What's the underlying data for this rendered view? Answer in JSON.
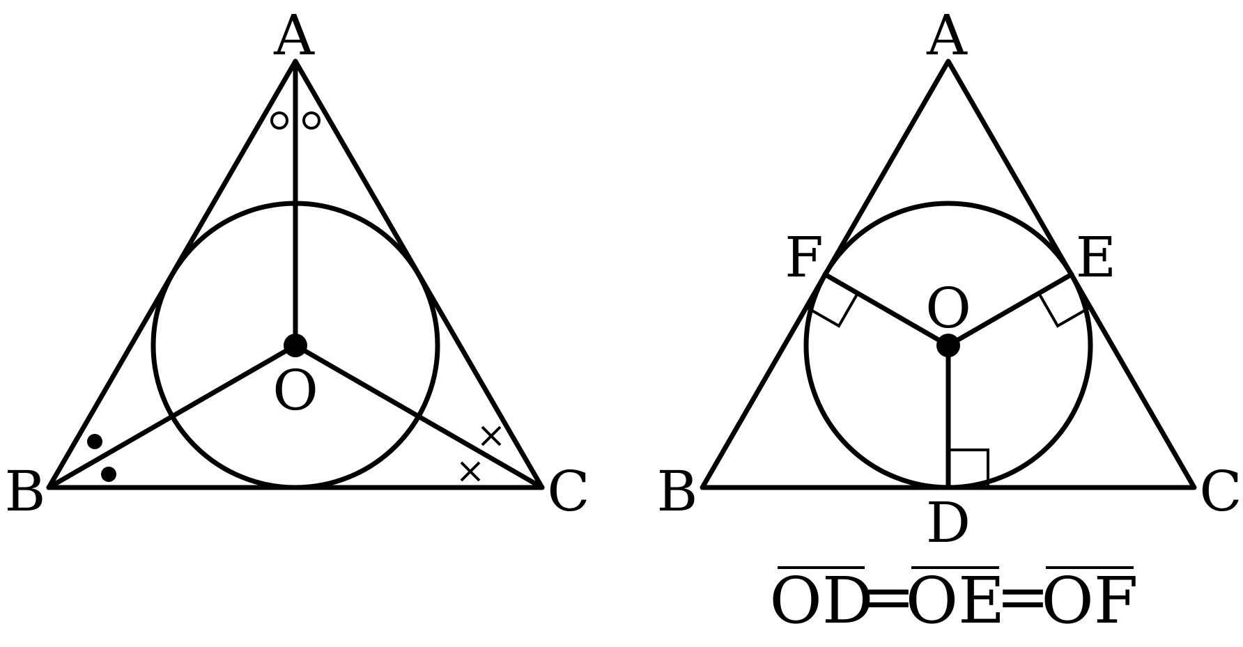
{
  "left_figure": {
    "labels": {
      "A": "A",
      "B": "B",
      "C": "C",
      "O": "O"
    },
    "angle_marks": {
      "A": "∘ ∘",
      "B": "• •",
      "C": "× ×"
    }
  },
  "right_figure": {
    "labels": {
      "A": "A",
      "B": "B",
      "C": "C",
      "D": "D",
      "E": "E",
      "F": "F",
      "O": "O"
    },
    "equation": {
      "seg1": "OD",
      "eq1": "=",
      "seg2": "OE",
      "eq2": "=",
      "seg3": "OF"
    }
  }
}
